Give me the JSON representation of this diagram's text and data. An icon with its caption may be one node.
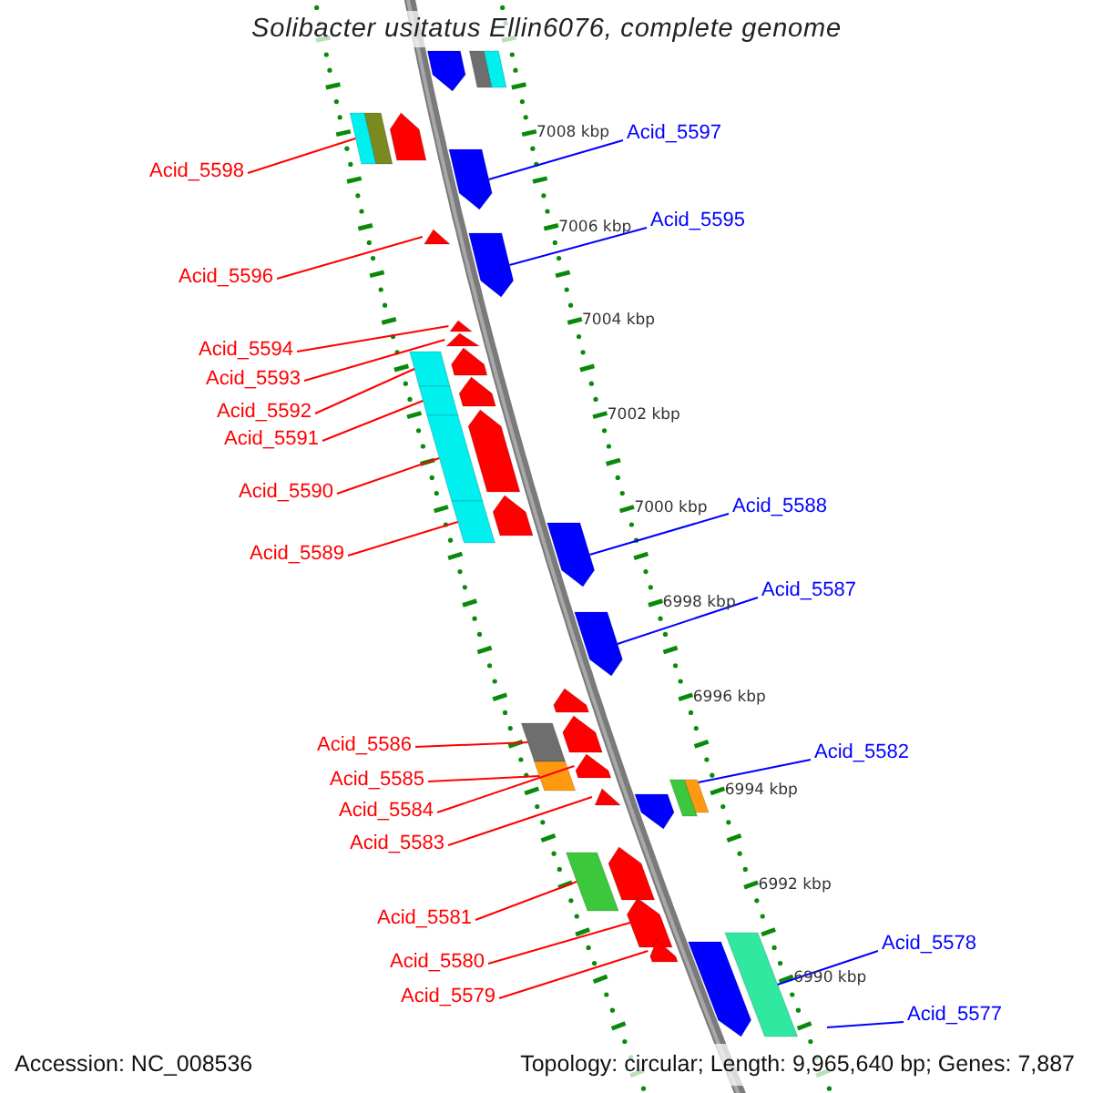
{
  "diagram": {
    "title": "Solibacter usitatus Ellin6076, complete genome",
    "nodes": [
      {
        "text": [
          "Acid_5597"
        ]
      },
      {
        "text": [
          "Acid_5598"
        ]
      },
      {
        "text": [
          "Acid_5595"
        ]
      },
      {
        "text": [
          "Acid_5596"
        ]
      },
      {
        "text": [
          "Acid_5594"
        ]
      },
      {
        "text": [
          "Acid_5593"
        ]
      },
      {
        "text": [
          "Acid_5592"
        ]
      },
      {
        "text": [
          "Acid_5591"
        ]
      },
      {
        "text": [
          "Acid_5590"
        ]
      },
      {
        "text": [
          "Acid_5588"
        ]
      },
      {
        "text": [
          "Acid_5589"
        ]
      },
      {
        "text": [
          "Acid_5587"
        ]
      },
      {
        "text": [
          "Acid_5586"
        ]
      },
      {
        "text": [
          "Acid_5582"
        ]
      },
      {
        "text": [
          "Acid_5585"
        ]
      },
      {
        "text": [
          "Acid_5584"
        ]
      },
      {
        "text": [
          "Acid_5583"
        ]
      },
      {
        "text": [
          "Acid_5581"
        ]
      },
      {
        "text": [
          "Acid_5578"
        ]
      },
      {
        "text": [
          "Acid_5580"
        ]
      },
      {
        "text": [
          "Acid_5579"
        ]
      },
      {
        "text": [
          "Acid_5577"
        ]
      },
      {
        "text": [],
        "shape": "arrow"
      },
      {
        "text": [],
        "shape": "box"
      },
      {
        "text": [],
        "shape": "box"
      },
      {
        "text": [],
        "shape": "box"
      },
      {
        "text": [],
        "shape": "box"
      },
      {
        "text": [],
        "shape": "arrow"
      },
      {
        "text": [],
        "shape": "arrow"
      },
      {
        "text": [],
        "shape": "arrow"
      },
      {
        "text": [],
        "shape": "arrow"
      },
      {
        "text": [],
        "shape": "arrow"
      },
      {
        "text": [],
        "shape": "arrow"
      },
      {
        "text": [],
        "shape": "arrow"
      },
      {
        "text": [],
        "shape": "box"
      },
      {
        "text": [],
        "shape": "arrow"
      },
      {
        "text": [],
        "shape": "box"
      },
      {
        "text": [],
        "shape": "arrow"
      },
      {
        "text": [],
        "shape": "box"
      },
      {
        "text": [],
        "shape": "arrow"
      },
      {
        "text": [],
        "shape": "box"
      },
      {
        "text": [],
        "shape": "arrow"
      },
      {
        "text": [],
        "shape": "arrow"
      },
      {
        "text": [],
        "shape": "arrow"
      },
      {
        "text": [],
        "shape": "arrow"
      },
      {
        "text": [],
        "shape": "box"
      },
      {
        "text": [],
        "shape": "arrow"
      },
      {
        "text": [],
        "shape": "box"
      },
      {
        "text": [],
        "shape": "box"
      },
      {
        "text": [],
        "shape": "box"
      },
      {
        "text": [],
        "shape": "arrow"
      },
      {
        "text": [],
        "shape": "arrow"
      },
      {
        "text": [],
        "shape": "arrow"
      },
      {
        "text": [],
        "shape": "box"
      },
      {
        "text": [],
        "shape": "arrow"
      },
      {
        "text": [],
        "shape": "box"
      },
      {
        "text": [],
        "shape": "arrow"
      },
      {
        "text": [],
        "shape": "arrow"
      }
    ],
    "edges": [
      {
        "from": 0,
        "to": 28,
        "arrow": "none",
        "color": "#0000ff"
      },
      {
        "from": 1,
        "to": 25,
        "arrow": "none"
      },
      {
        "from": 2,
        "to": 30,
        "arrow": "none",
        "color": "#0000ff"
      },
      {
        "from": 3,
        "to": 29,
        "arrow": "none"
      },
      {
        "from": 4,
        "to": 31,
        "arrow": "none"
      },
      {
        "from": 5,
        "to": 32,
        "arrow": "none"
      },
      {
        "from": 6,
        "to": 34,
        "arrow": "none"
      },
      {
        "from": 7,
        "to": 36,
        "arrow": "none"
      },
      {
        "from": 8,
        "to": 38,
        "arrow": "none"
      },
      {
        "from": 9,
        "to": 41,
        "arrow": "none",
        "color": "#0000ff"
      },
      {
        "from": 10,
        "to": 40,
        "arrow": "none"
      },
      {
        "from": 11,
        "to": 42,
        "arrow": "none",
        "color": "#0000ff"
      },
      {
        "from": 12,
        "to": 45,
        "arrow": "none"
      },
      {
        "from": 13,
        "to": 49,
        "arrow": "none",
        "color": "#0000ff"
      },
      {
        "from": 14,
        "to": 47,
        "arrow": "none"
      },
      {
        "from": 15,
        "to": 46,
        "arrow": "none"
      },
      {
        "from": 16,
        "to": 50,
        "arrow": "none"
      },
      {
        "from": 17,
        "to": 53,
        "arrow": "none"
      },
      {
        "from": 18,
        "to": 55,
        "arrow": "none",
        "color": "#0000ff"
      },
      {
        "from": 19,
        "to": 54,
        "arrow": "none"
      },
      {
        "from": 20,
        "to": 56,
        "arrow": "none"
      },
      {
        "from": 21,
        "to": null,
        "arrow": "none",
        "color": "#0000ff"
      }
    ],
    "labels": [
      "7008 kbp",
      "7006 kbp",
      "7004 kbp",
      "7002 kbp",
      "7000 kbp",
      "6998 kbp",
      "6996 kbp",
      "6994 kbp",
      "6992 kbp",
      "6990 kbp",
      "Accession: NC_008536",
      "Topology: circular; Length: 9,965,640 bp; Genes: 7,887"
    ]
  }
}
